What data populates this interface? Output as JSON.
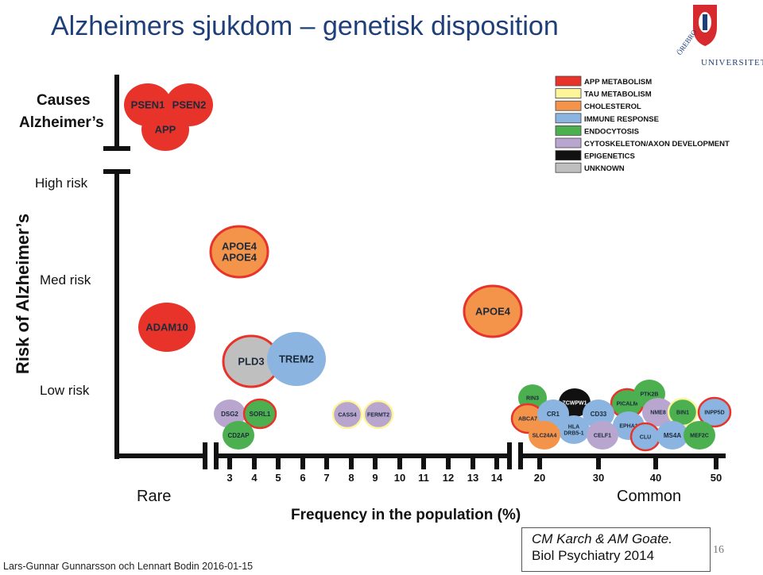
{
  "title": "Alzheimers sjukdom – genetisk disposition",
  "logo": {
    "text": "ÖREBRO UNIVERSITET"
  },
  "footer": "Lars-Gunnar Gunnarsson och Lennart Bodin 2016-01-15",
  "citation": {
    "line1": "CM Karch & AM Goate.",
    "line2": "Biol Psychiatry 2014"
  },
  "page_number": "16",
  "colors": {
    "app_metabolism": "#e8332a",
    "tau_metabolism": "#fdf59a",
    "cholesterol": "#f4934a",
    "immune_response": "#8bb5e0",
    "endocytosis": "#4cb050",
    "cytoskeleton": "#b8a6cf",
    "epigenetics": "#111111",
    "unknown": "#bfbfbf",
    "title": "#1f3f78"
  },
  "legend": [
    {
      "label": "APP METABOLISM",
      "category": "app_metabolism"
    },
    {
      "label": "TAU METABOLISM",
      "category": "tau_metabolism"
    },
    {
      "label": "CHOLESTEROL",
      "category": "cholesterol"
    },
    {
      "label": "IMMUNE RESPONSE",
      "category": "immune_response"
    },
    {
      "label": "ENDOCYTOSIS",
      "category": "endocytosis"
    },
    {
      "label": "CYTOSKELETON/AXON DEVELOPMENT",
      "category": "cytoskeleton"
    },
    {
      "label": "EPIGENETICS",
      "category": "epigenetics"
    },
    {
      "label": "UNKNOWN",
      "category": "unknown"
    }
  ],
  "y_axis": {
    "title": "Risk of Alzheimer’s",
    "levels": [
      "Causes Alzheimer’s",
      "High risk",
      "Med risk",
      "Low risk"
    ]
  },
  "x_axis": {
    "title": "Frequency in the population (%)",
    "rare_label": "Rare",
    "common_label": "Common",
    "rare_ticks": [
      "3",
      "4",
      "5",
      "6",
      "7",
      "8",
      "9",
      "10",
      "11",
      "12",
      "13",
      "14"
    ],
    "common_ticks": [
      "20",
      "30",
      "40",
      "50"
    ]
  },
  "genes": [
    {
      "label": "PSEN1",
      "category": "app_metabolism"
    },
    {
      "label": "PSEN2",
      "category": "app_metabolism"
    },
    {
      "label": "APP",
      "category": "app_metabolism"
    },
    {
      "label": "APOE4\nAPOE4",
      "category": "cholesterol",
      "outline": "app_metabolism"
    },
    {
      "label": "ADAM10",
      "category": "app_metabolism"
    },
    {
      "label": "PLD3",
      "category": "unknown",
      "outline": "app_metabolism"
    },
    {
      "label": "TREM2",
      "category": "immune_response"
    },
    {
      "label": "APOE4",
      "category": "cholesterol",
      "outline": "app_metabolism"
    },
    {
      "label": "DSG2",
      "category": "cytoskeleton"
    },
    {
      "label": "SORL1",
      "category": "endocytosis",
      "outline": "app_metabolism"
    },
    {
      "label": "CD2AP",
      "category": "endocytosis"
    },
    {
      "label": "CASS4",
      "category": "cytoskeleton",
      "outline": "tau_metabolism"
    },
    {
      "label": "FERMT2",
      "category": "cytoskeleton",
      "outline": "tau_metabolism"
    },
    {
      "label": "RIN3",
      "category": "endocytosis"
    },
    {
      "label": "ZCWPW1",
      "category": "epigenetics"
    },
    {
      "label": "PICALM",
      "category": "endocytosis",
      "outline": "app_metabolism"
    },
    {
      "label": "PTK2B",
      "category": "endocytosis"
    },
    {
      "label": "ABCA7",
      "category": "cholesterol",
      "outline": "app_metabolism"
    },
    {
      "label": "CR1",
      "category": "immune_response"
    },
    {
      "label": "CD33",
      "category": "immune_response"
    },
    {
      "label": "NME8",
      "category": "cytoskeleton"
    },
    {
      "label": "BIN1",
      "category": "endocytosis",
      "outline": "tau_metabolism"
    },
    {
      "label": "INPP5D",
      "category": "immune_response",
      "outline": "app_metabolism"
    },
    {
      "label": "HLA\nDRB5-1",
      "category": "immune_response"
    },
    {
      "label": "EPHA1",
      "category": "immune_response"
    },
    {
      "label": "SLC24A4",
      "category": "cholesterol"
    },
    {
      "label": "CELF1",
      "category": "cytoskeleton"
    },
    {
      "label": "CLU",
      "category": "immune_response",
      "outline": "app_metabolism"
    },
    {
      "label": "MS4A",
      "category": "immune_response"
    },
    {
      "label": "MEF2C",
      "category": "endocytosis"
    }
  ]
}
